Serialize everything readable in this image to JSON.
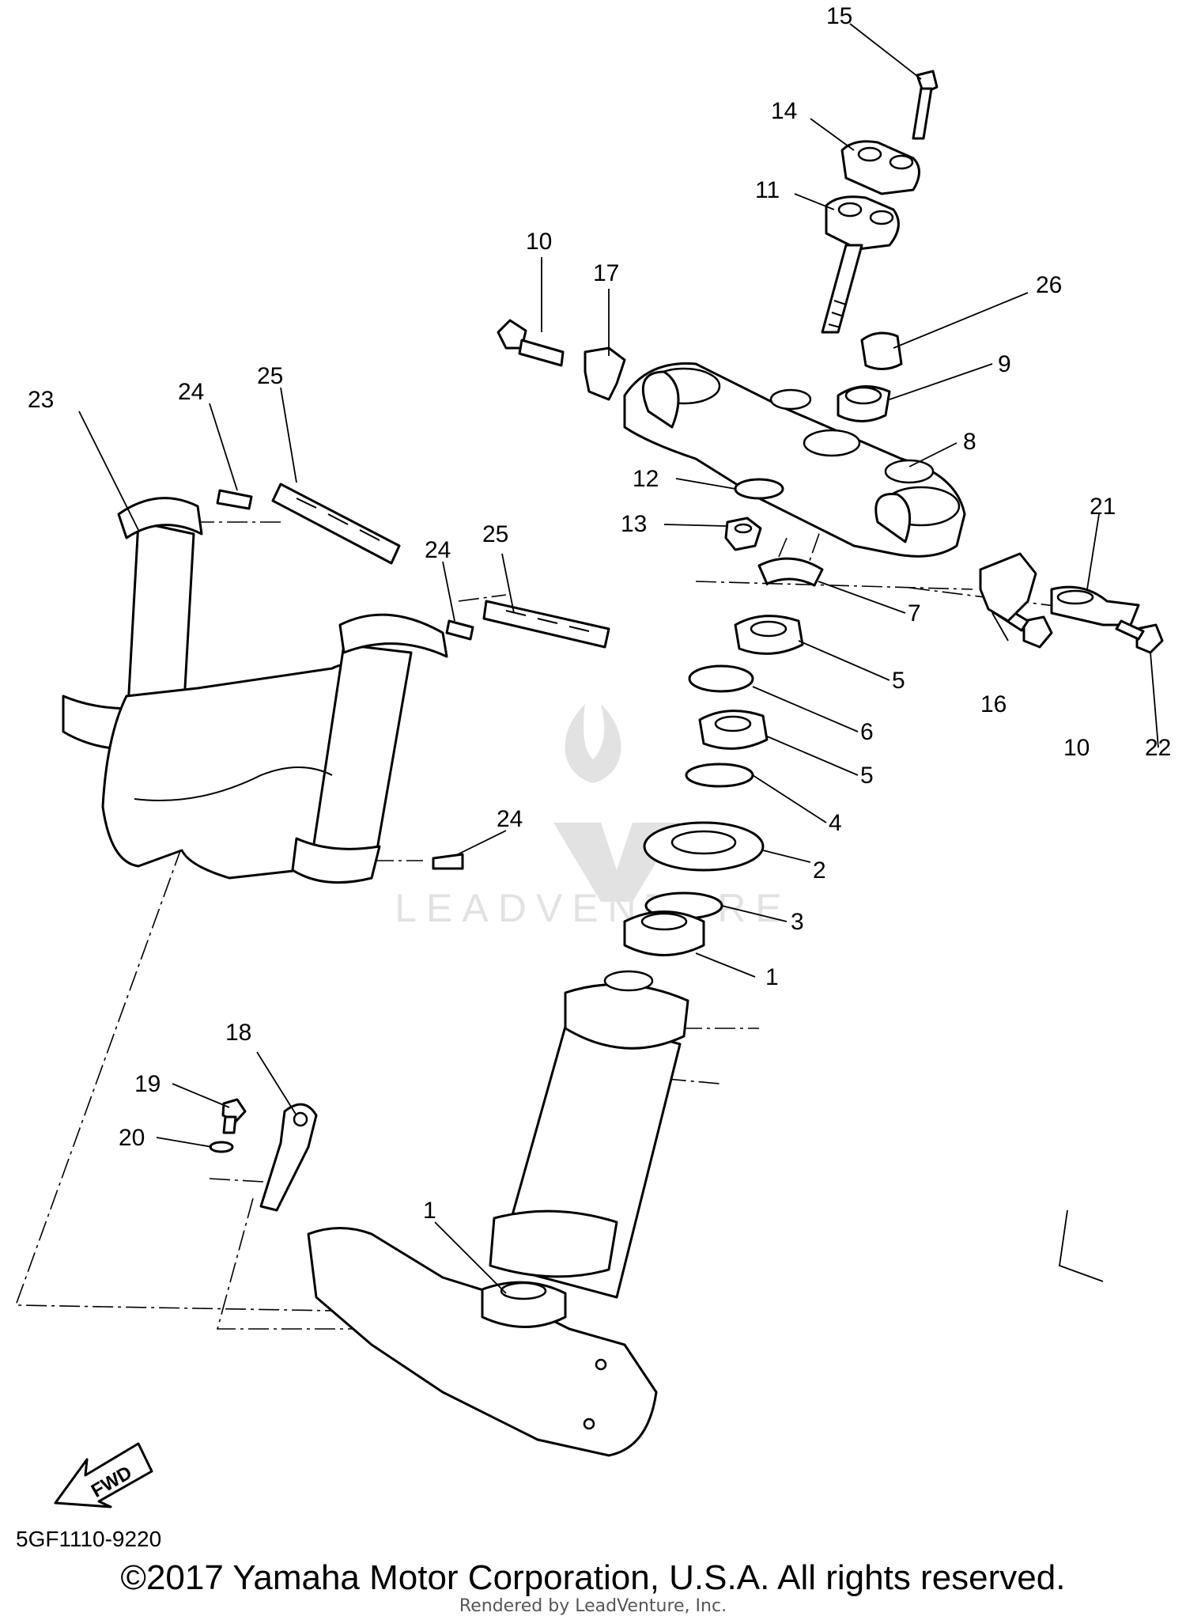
{
  "diagram": {
    "code": "5GF1110-9220",
    "copyright": "©2017 Yamaha Motor Corporation, U.S.A. All rights reserved.",
    "rendered_by": "Rendered by LeadVenture, Inc.",
    "watermark": "LEADVENTURE",
    "direction_label": "FWD"
  },
  "callouts": {
    "c1a": "1",
    "c1b": "1",
    "c2": "2",
    "c3": "3",
    "c4": "4",
    "c5a": "5",
    "c5b": "5",
    "c6": "6",
    "c7": "7",
    "c8": "8",
    "c9": "9",
    "c10a": "10",
    "c10b": "10",
    "c11": "11",
    "c12": "12",
    "c13": "13",
    "c14": "14",
    "c15": "15",
    "c16": "16",
    "c17": "17",
    "c18": "18",
    "c19": "19",
    "c20": "20",
    "c21": "21",
    "c22": "22",
    "c23": "23",
    "c24a": "24",
    "c24b": "24",
    "c24c": "24",
    "c25a": "25",
    "c25b": "25",
    "c26": "26"
  },
  "colors": {
    "line": "#000000",
    "watermark": "#e2e2e2",
    "background": "#ffffff"
  }
}
